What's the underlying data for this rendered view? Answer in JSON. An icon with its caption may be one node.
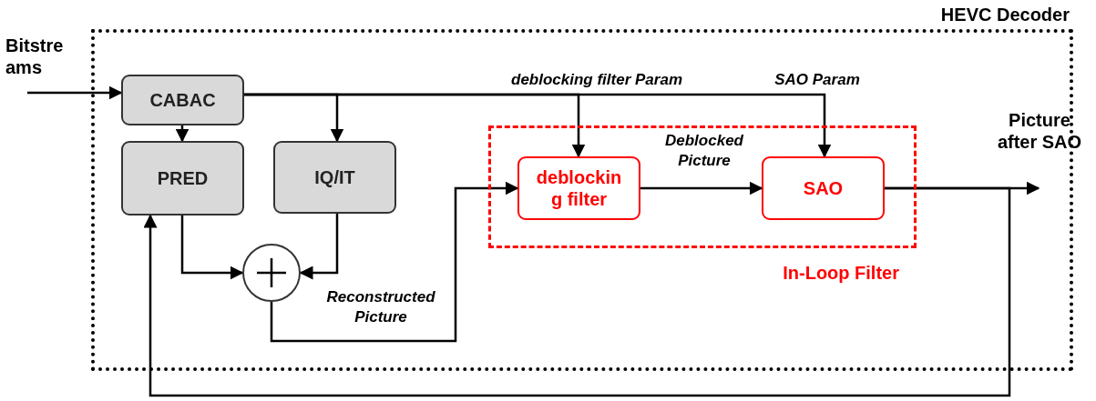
{
  "diagram": {
    "nodes": [
      {
        "text": [
          "HEVC Decoder"
        ]
      },
      {
        "text": [
          "CABAC"
        ],
        "in": 0
      },
      {
        "text": [
          "PRED"
        ],
        "in": 0
      },
      {
        "text": [
          "IQ/IT"
        ],
        "in": 0
      },
      {
        "text": [],
        "shape": "circle",
        "in": 0
      },
      {
        "text": [
          "In-Loop Filter"
        ],
        "in": 0
      },
      {
        "text": [
          "deblockin g filter"
        ],
        "in": 5
      },
      {
        "text": [
          "SAO"
        ],
        "in": 5
      },
      {
        "text": [
          "Bitstre ams"
        ]
      },
      {
        "text": [
          "Picture after SAO"
        ]
      }
    ],
    "edges": [
      {
        "from": 8,
        "to": 1,
        "arrow": "to"
      },
      {
        "from": 1,
        "to": 2,
        "arrow": "to"
      },
      {
        "from": 1,
        "to": 3,
        "arrow": "to"
      },
      {
        "from": 1,
        "to": 6,
        "arrow": "to",
        "label": "deblocking filter Param"
      },
      {
        "from": 1,
        "to": 7,
        "arrow": "to",
        "label": "SAO Param"
      },
      {
        "from": 2,
        "to": 4,
        "arrow": "to"
      },
      {
        "from": 3,
        "to": 4,
        "arrow": "to"
      },
      {
        "from": 4,
        "to": 6,
        "arrow": "to",
        "label": "Reconstructed Picture"
      },
      {
        "from": 6,
        "to": 7,
        "arrow": "to",
        "label": "Deblocked Picture"
      },
      {
        "from": 7,
        "to": 9,
        "arrow": "to"
      },
      {
        "from": 7,
        "to": 2,
        "arrow": "to"
      }
    ]
  }
}
